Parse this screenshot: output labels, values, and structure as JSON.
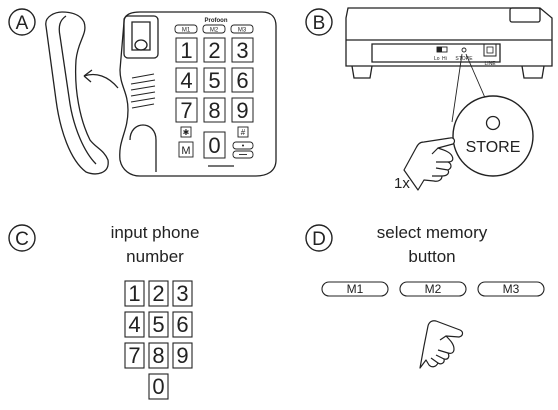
{
  "panels": {
    "a": {
      "letter": "A"
    },
    "b": {
      "letter": "B",
      "switch_lo": "Lo",
      "switch_hi": "Hi",
      "store_small": "STORE",
      "line_label": "LINE",
      "store_button_label": "STORE",
      "press_count": "1x"
    },
    "c": {
      "letter": "C",
      "caption_line1": "input phone",
      "caption_line2": "number"
    },
    "d": {
      "letter": "D",
      "caption_line1": "select memory",
      "caption_line2": "button"
    }
  },
  "phone": {
    "brand": "Profoon",
    "memory_keys": [
      "M1",
      "M2",
      "M3"
    ],
    "digit_keys": [
      "1",
      "2",
      "3",
      "4",
      "5",
      "6",
      "7",
      "8",
      "9"
    ],
    "zero_key": "0",
    "star_key": "✱",
    "hash_key": "#",
    "m_key": "M"
  },
  "keypad_c": {
    "rows": [
      [
        "1",
        "2",
        "3"
      ],
      [
        "4",
        "5",
        "6"
      ],
      [
        "7",
        "8",
        "9"
      ]
    ],
    "zero": "0"
  },
  "memory_buttons": [
    "M1",
    "M2",
    "M3"
  ]
}
